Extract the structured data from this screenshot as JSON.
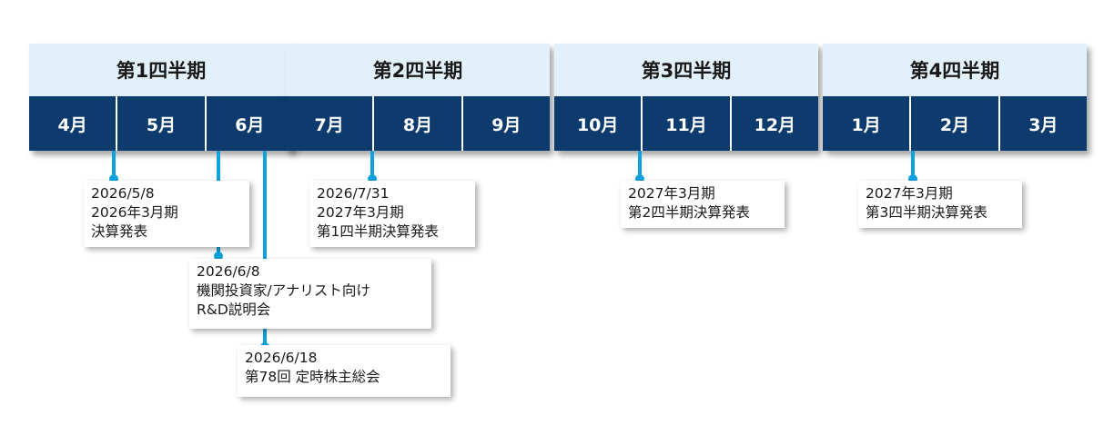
{
  "quarters": [
    {
      "label": "第1四半期",
      "months": [
        "4月",
        "5月",
        "6月"
      ]
    },
    {
      "label": "第2四半期",
      "months": [
        "7月",
        "8月",
        "9月"
      ]
    },
    {
      "label": "第3四半期",
      "months": [
        "10月",
        "11月",
        "12月"
      ]
    },
    {
      "label": "第4四半期",
      "months": [
        "1月",
        "2月",
        "3月"
      ]
    }
  ],
  "events": [
    {
      "lines": [
        "2026/5/8",
        "2026年3月期",
        "決算発表"
      ]
    },
    {
      "lines": [
        "2026/6/8",
        "機関投資家/アナリスト向け",
        "R&D説明会"
      ]
    },
    {
      "lines": [
        "2026/6/18",
        "第78回 定時株主総会"
      ]
    },
    {
      "lines": [
        "2026/7/31",
        "2027年3月期",
        "第1四半期決算発表"
      ]
    },
    {
      "lines": [
        "2027年3月期",
        "第2四半期決算発表"
      ]
    },
    {
      "lines": [
        "2027年3月期",
        "第3四半期決算発表"
      ]
    }
  ],
  "colors": {
    "quarter_header_bg": "#e2f0fa",
    "month_bar_bg": "#0e3b6e",
    "connector": "#0ea1dc"
  }
}
